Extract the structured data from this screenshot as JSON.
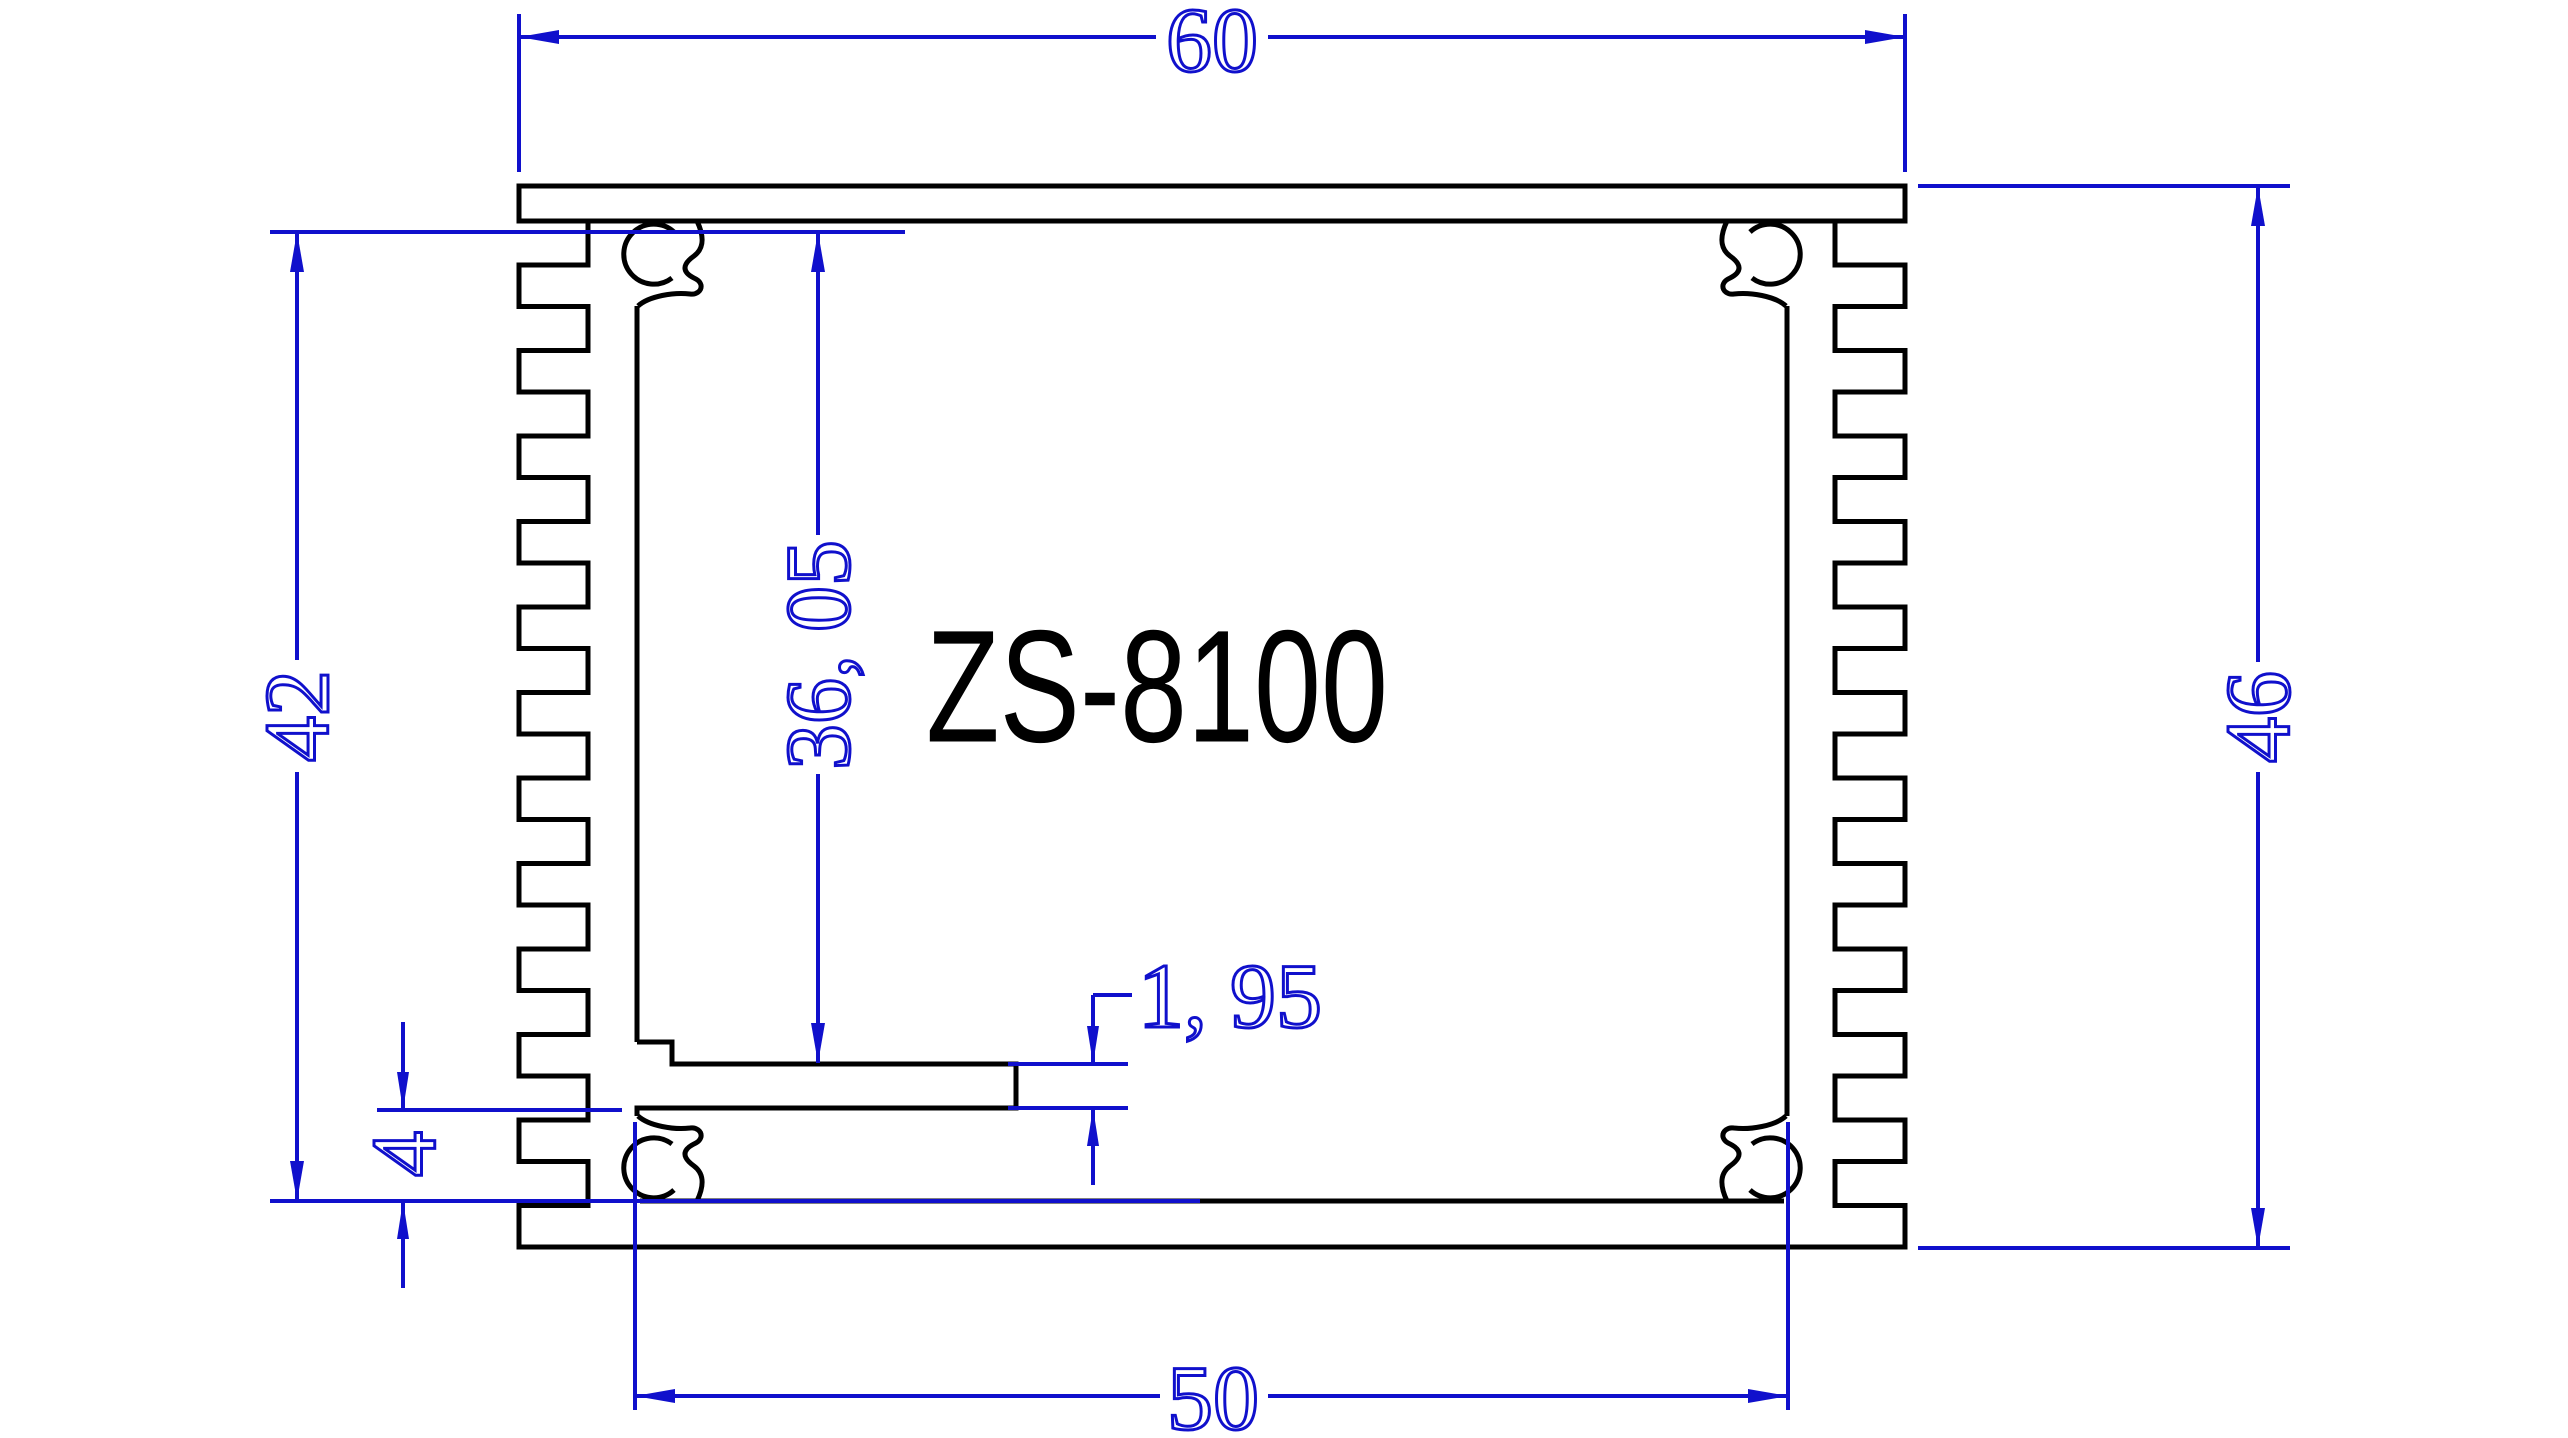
{
  "meta": {
    "background": "#ffffff",
    "outline_color": "#000000",
    "dimension_color": "#1010cc",
    "drawing_type": "aluminum extrusion enclosure cross-section"
  },
  "drawing": {
    "part_label": "ZS-8100",
    "dimensions": {
      "overall_width": {
        "label": "60",
        "value": 60
      },
      "left_height": {
        "label": "42",
        "value": 42
      },
      "right_height": {
        "label": "46",
        "value": 46
      },
      "inner_width": {
        "label": "50",
        "value": 50
      },
      "inner_height": {
        "label": "36, 05",
        "value": 36.05
      },
      "slot_thickness": {
        "label": "1, 95",
        "value": 1.95
      },
      "floor_offset": {
        "label": "4",
        "value": 4
      }
    }
  }
}
